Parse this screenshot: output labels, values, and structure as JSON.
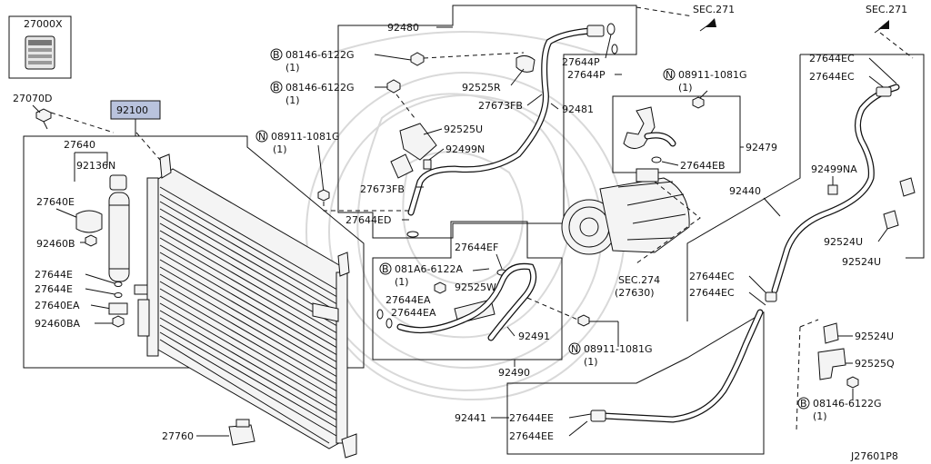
{
  "diagram": {
    "figure_id": "J27601P8",
    "parts": {
      "p27000X": "27000X",
      "p27070D": "27070D",
      "p92100": "92100",
      "p27640": "27640",
      "p92136N": "92136N",
      "p27640E": "27640E",
      "p92460B": "92460B",
      "p27644E_1": "27644E",
      "p27644E_2": "27644E",
      "p27640EA": "27640EA",
      "p92460BA": "92460BA",
      "p27760": "27760",
      "p92480": "92480",
      "bolt_a": "08146-6122G",
      "bolt_a_qty": "(1)",
      "bolt_b": "08146-6122G",
      "bolt_b_qty": "(1)",
      "nut_a": "08911-1081G",
      "nut_a_qty": "(1)",
      "p92525R": "92525R",
      "p27644P_1": "27644P",
      "p27644P_2": "27644P",
      "p27673FB_1": "27673FB",
      "p92481": "92481",
      "p92525U": "92525U",
      "p92499N": "92499N",
      "p27673FB_2": "27673FB",
      "p27644ED": "27644ED",
      "sec271_a": "SEC.271",
      "sec271_b": "SEC.271",
      "nut_b": "08911-1081G",
      "nut_b_qty": "(1)",
      "p92479": "92479",
      "p27644EB": "27644EB",
      "p27644EC_1": "27644EC",
      "p27644EC_2": "27644EC",
      "p92499NA": "92499NA",
      "p92440": "92440",
      "p92524U_1": "92524U",
      "p92524U_2": "92524U",
      "p27644EF": "27644EF",
      "bolt_c": "081A6-6122A",
      "bolt_c_qty": "(1)",
      "p92525W": "92525W",
      "p27644EA_1": "27644EA",
      "p27644EA_2": "27644EA",
      "p92491": "92491",
      "p92490": "92490",
      "sec274": "SEC.274",
      "sec274_sub": "(27630)",
      "p27644EC_3": "27644EC",
      "p27644EC_4": "27644EC",
      "nut_c": "08911-1081G",
      "nut_c_qty": "(1)",
      "p92524U_3": "92524U",
      "p92525Q": "92525Q",
      "bolt_d": "08146-6122G",
      "bolt_d_qty": "(1)",
      "p92441": "92441",
      "p27644EE_1": "27644EE",
      "p27644EE_2": "27644EE"
    },
    "markers": {
      "bolt": "B",
      "nut": "N"
    },
    "colors": {
      "highlight": "#b9c3dd",
      "line": "#111111",
      "watermark": "#d9d9d9"
    }
  }
}
